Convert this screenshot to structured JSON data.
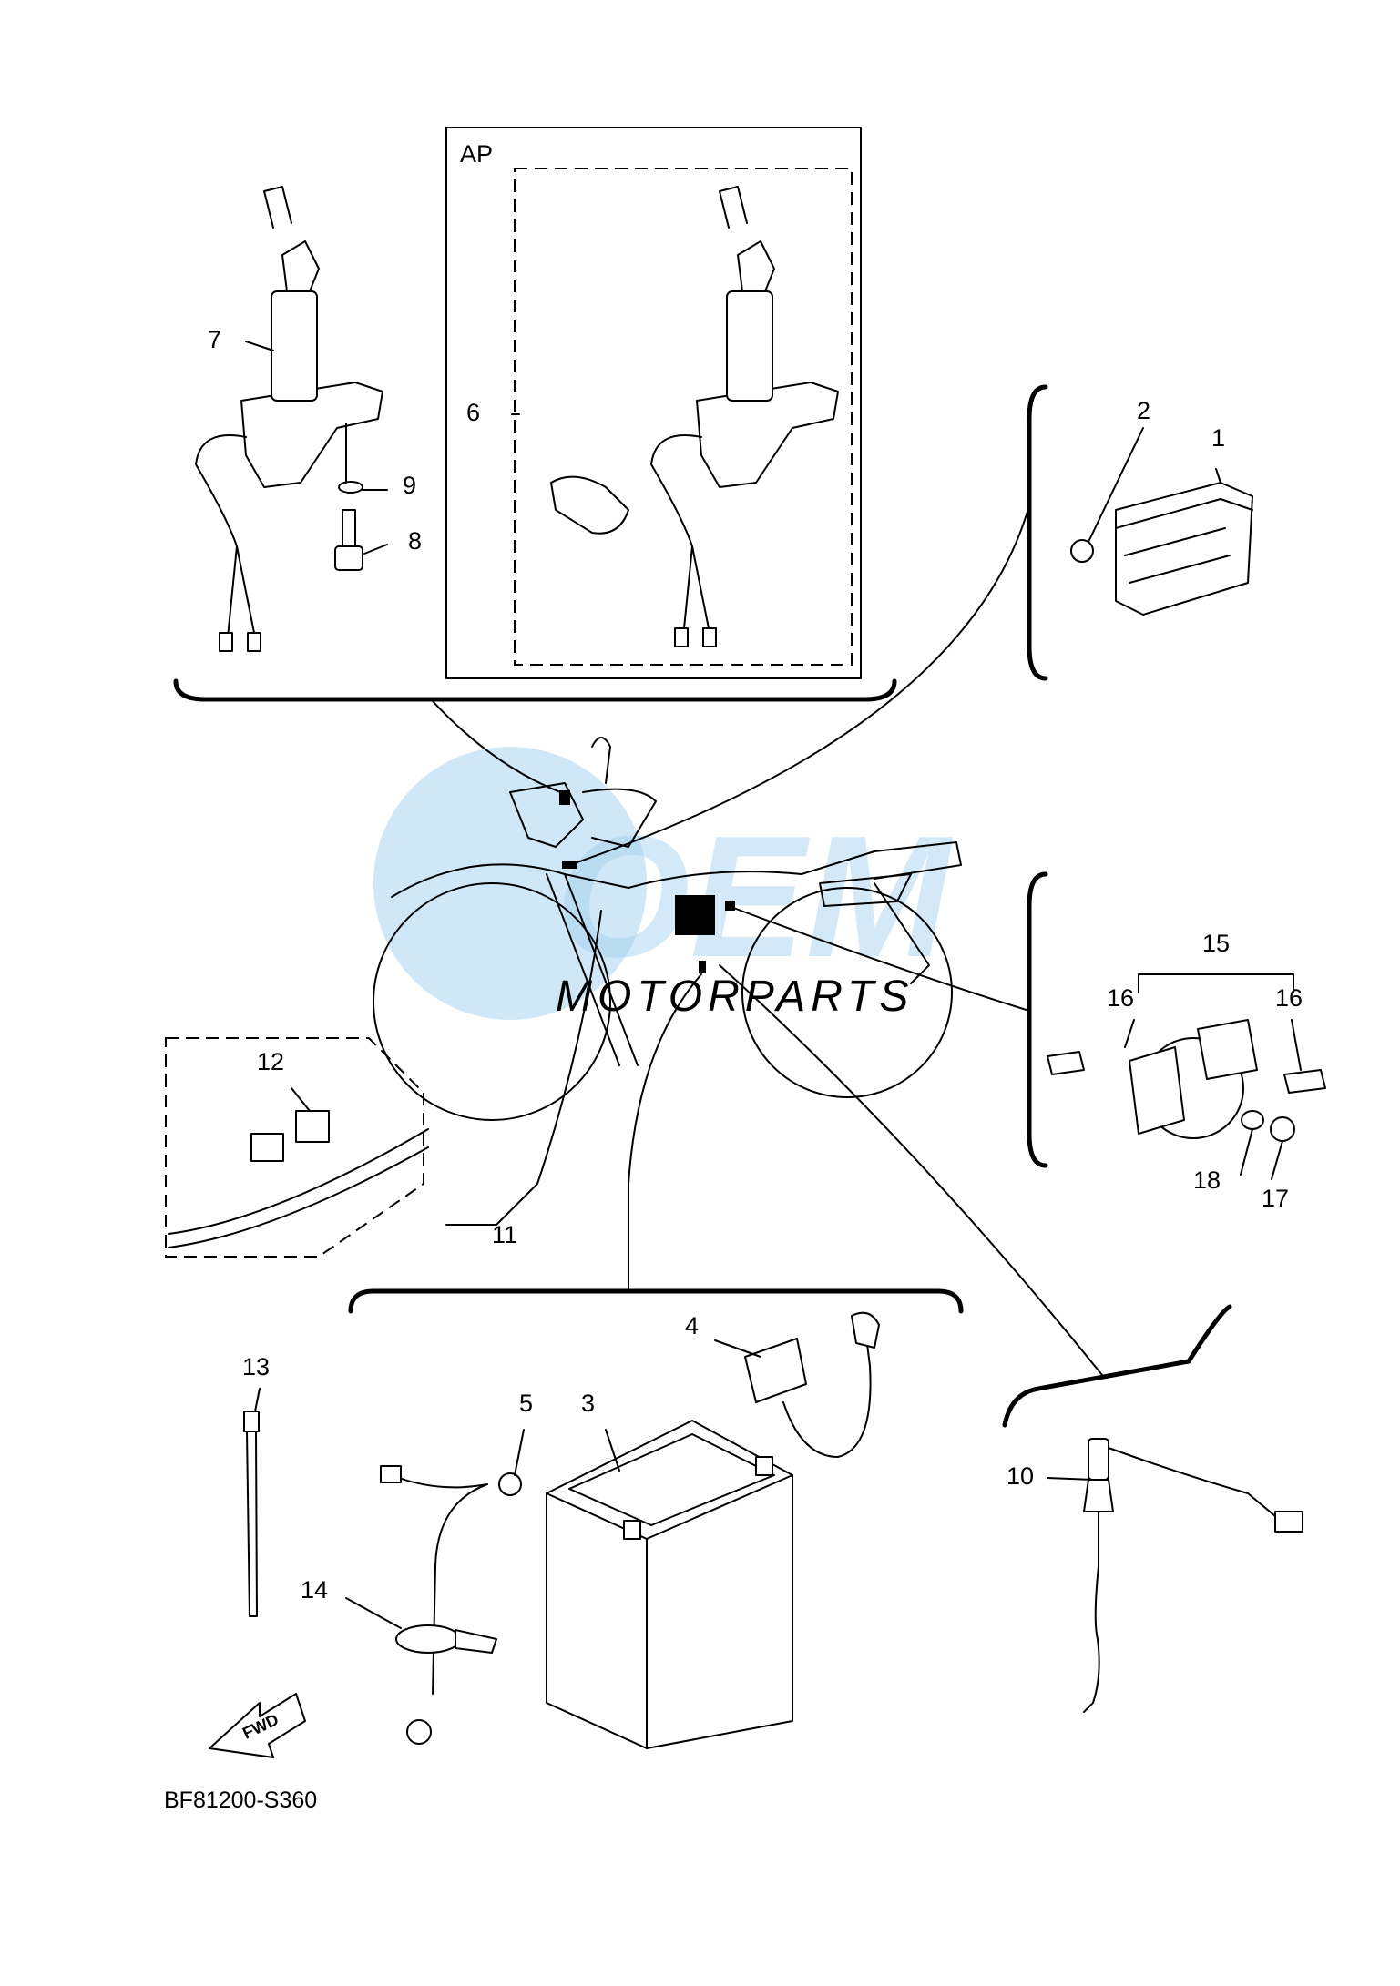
{
  "diagram": {
    "box_label": "AP",
    "footer_code": "BF81200-S360",
    "fwd_label": "FWD",
    "watermark": {
      "brand": "OEM",
      "sub": "MOTORPARTS",
      "color": "#9fd0ee"
    },
    "callouts": [
      "1",
      "2",
      "3",
      "4",
      "5",
      "6",
      "7",
      "8",
      "9",
      "10",
      "11",
      "12",
      "13",
      "14",
      "15",
      "16",
      "16",
      "17",
      "18"
    ],
    "parts": [
      {
        "number": "1",
        "name": "rectifier-regulator"
      },
      {
        "number": "2",
        "name": "nut"
      },
      {
        "number": "3",
        "name": "battery"
      },
      {
        "number": "4",
        "name": "starter-relay"
      },
      {
        "number": "5",
        "name": "ground-lead"
      },
      {
        "number": "6",
        "name": "main-switch-set"
      },
      {
        "number": "7",
        "name": "main-switch"
      },
      {
        "number": "8",
        "name": "bolt"
      },
      {
        "number": "9",
        "name": "washer"
      },
      {
        "number": "10",
        "name": "brake-switch"
      },
      {
        "number": "11",
        "name": "wire-harness"
      },
      {
        "number": "12",
        "name": "connector"
      },
      {
        "number": "13",
        "name": "cable-tie"
      },
      {
        "number": "14",
        "name": "band"
      },
      {
        "number": "15",
        "name": "flasher-relay"
      },
      {
        "number": "16",
        "name": "fuse"
      },
      {
        "number": "17",
        "name": "nut"
      },
      {
        "number": "18",
        "name": "washer"
      }
    ]
  }
}
